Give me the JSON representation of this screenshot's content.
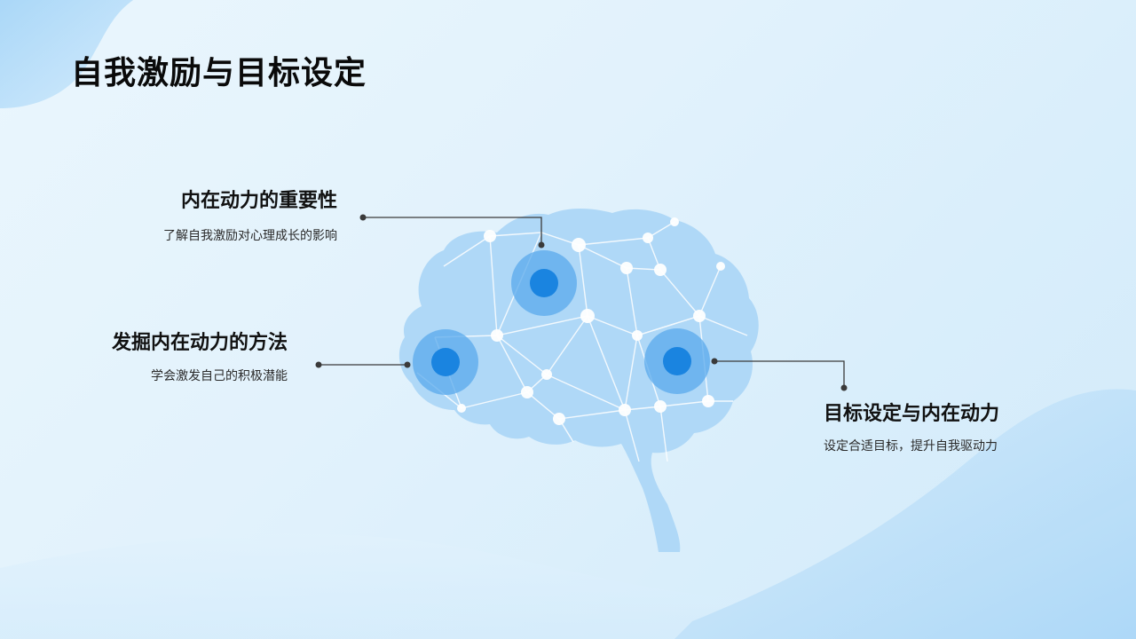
{
  "slide": {
    "title": "自我激励与目标设定"
  },
  "points": [
    {
      "title": "内在动力的重要性",
      "desc": "了解自我激励对心理成长的影响"
    },
    {
      "title": "发掘内在动力的方法",
      "desc": "学会激发自己的积极潜能"
    },
    {
      "title": "目标设定与内在动力",
      "desc": "设定合适目标，提升自我驱动力"
    }
  ],
  "colors": {
    "accent": "#1a84e0",
    "ring": "#5aa9ec",
    "brain": "#aad5f6",
    "connector": "#333333"
  },
  "icons": {
    "brain": "brain-network-icon"
  }
}
